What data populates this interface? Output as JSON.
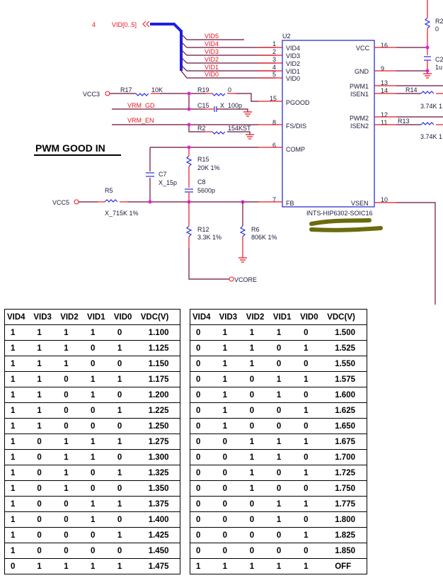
{
  "schematic": {
    "title": "PWM GOOD IN",
    "bus": {
      "sheet_ref": "4",
      "name": "VID[0..5]",
      "nets": [
        "VID5",
        "VID4",
        "VID3",
        "VID2",
        "VID1",
        "VID0"
      ]
    },
    "ic": {
      "ref": "U2",
      "part": "INTS-HIP6302-SOIC16",
      "left_pins": [
        {
          "num": "1",
          "name": "VID4"
        },
        {
          "num": "2",
          "name": "VID3"
        },
        {
          "num": "3",
          "name": "VID2"
        },
        {
          "num": "4",
          "name": "VID1"
        },
        {
          "num": "5",
          "name": "VID0"
        },
        {
          "num": "15",
          "name": "PGOOD"
        },
        {
          "num": "8",
          "name": "FS/DIS"
        },
        {
          "num": "6",
          "name": "COMP"
        },
        {
          "num": "7",
          "name": "FB"
        }
      ],
      "right_pins": [
        {
          "num": "16",
          "name": "VCC"
        },
        {
          "num": "9",
          "name": "GND"
        },
        {
          "num": "13",
          "name": "PWM1"
        },
        {
          "num": "14",
          "name": "ISEN1"
        },
        {
          "num": "12",
          "name": "PWM2"
        },
        {
          "num": "11",
          "name": "ISEN2"
        },
        {
          "num": "10",
          "name": "VSEN"
        }
      ]
    },
    "ports": {
      "vcc3": "VCC3",
      "vcc5": "VCC5",
      "vcore": "VCORE"
    },
    "nets": {
      "vrm_gd": "VRM_GD",
      "vrm_en": "VRM_EN"
    },
    "components": {
      "r17": {
        "ref": "R17",
        "value": "10K"
      },
      "r19": {
        "ref": "R19",
        "value": "0"
      },
      "c15": {
        "ref": "C15",
        "value": "X_100p"
      },
      "r2": {
        "ref": "R2",
        "value": "154KST"
      },
      "r15": {
        "ref": "R15",
        "value": "20K 1%"
      },
      "c8": {
        "ref": "C8",
        "value": "5600p"
      },
      "c7": {
        "ref": "C7",
        "value": "X_15p"
      },
      "r5": {
        "ref": "R5",
        "value": "X_715K 1%"
      },
      "r12": {
        "ref": "R12",
        "value": "3.3K 1%"
      },
      "r6": {
        "ref": "R6",
        "value": "806K 1%"
      },
      "r14": {
        "ref": "R14",
        "value": "3.74K 1"
      },
      "r13": {
        "ref": "R13",
        "value": "3.74K 1"
      },
      "r2x": {
        "ref": "R2",
        "value": "0"
      },
      "c2x": {
        "ref": "C2",
        "value": "1u"
      }
    }
  },
  "vid_tables": {
    "headers": [
      "VID4",
      "VID3",
      "VID2",
      "VID1",
      "VID0",
      "VDC(V)"
    ],
    "left": [
      [
        "1",
        "1",
        "1",
        "1",
        "0",
        "1.100"
      ],
      [
        "1",
        "1",
        "1",
        "0",
        "1",
        "1.125"
      ],
      [
        "1",
        "1",
        "1",
        "0",
        "0",
        "1.150"
      ],
      [
        "1",
        "1",
        "0",
        "1",
        "1",
        "1.175"
      ],
      [
        "1",
        "1",
        "0",
        "1",
        "0",
        "1.200"
      ],
      [
        "1",
        "1",
        "0",
        "0",
        "1",
        "1.225"
      ],
      [
        "1",
        "1",
        "0",
        "0",
        "0",
        "1.250"
      ],
      [
        "1",
        "0",
        "1",
        "1",
        "1",
        "1.275"
      ],
      [
        "1",
        "0",
        "1",
        "1",
        "0",
        "1.300"
      ],
      [
        "1",
        "0",
        "1",
        "0",
        "1",
        "1.325"
      ],
      [
        "1",
        "0",
        "1",
        "0",
        "0",
        "1.350"
      ],
      [
        "1",
        "0",
        "0",
        "1",
        "1",
        "1.375"
      ],
      [
        "1",
        "0",
        "0",
        "1",
        "0",
        "1.400"
      ],
      [
        "1",
        "0",
        "0",
        "0",
        "1",
        "1.425"
      ],
      [
        "1",
        "0",
        "0",
        "0",
        "0",
        "1.450"
      ],
      [
        "0",
        "1",
        "1",
        "1",
        "1",
        "1.475"
      ]
    ],
    "right": [
      [
        "0",
        "1",
        "1",
        "1",
        "0",
        "1.500"
      ],
      [
        "0",
        "1",
        "1",
        "0",
        "1",
        "1.525"
      ],
      [
        "0",
        "1",
        "1",
        "0",
        "0",
        "1.550"
      ],
      [
        "0",
        "1",
        "0",
        "1",
        "1",
        "1.575"
      ],
      [
        "0",
        "1",
        "0",
        "1",
        "0",
        "1.600"
      ],
      [
        "0",
        "1",
        "0",
        "0",
        "1",
        "1.625"
      ],
      [
        "0",
        "1",
        "0",
        "0",
        "0",
        "1.650"
      ],
      [
        "0",
        "0",
        "1",
        "1",
        "1",
        "1.675"
      ],
      [
        "0",
        "0",
        "1",
        "1",
        "0",
        "1.700"
      ],
      [
        "0",
        "0",
        "1",
        "0",
        "1",
        "1.725"
      ],
      [
        "0",
        "0",
        "1",
        "0",
        "0",
        "1.750"
      ],
      [
        "0",
        "0",
        "0",
        "1",
        "1",
        "1.775"
      ],
      [
        "0",
        "0",
        "0",
        "1",
        "0",
        "1.800"
      ],
      [
        "0",
        "0",
        "0",
        "0",
        "1",
        "1.825"
      ],
      [
        "0",
        "0",
        "0",
        "0",
        "0",
        "1.850"
      ],
      [
        "1",
        "1",
        "1",
        "1",
        "1",
        "OFF"
      ]
    ]
  },
  "colors": {
    "wire": "#6a0f3a",
    "pin": "#e8141e",
    "bus": "#1e1ee6",
    "component": "#2a2ae0",
    "junction": "#e81ee0",
    "annotation": "#6b6b10"
  }
}
